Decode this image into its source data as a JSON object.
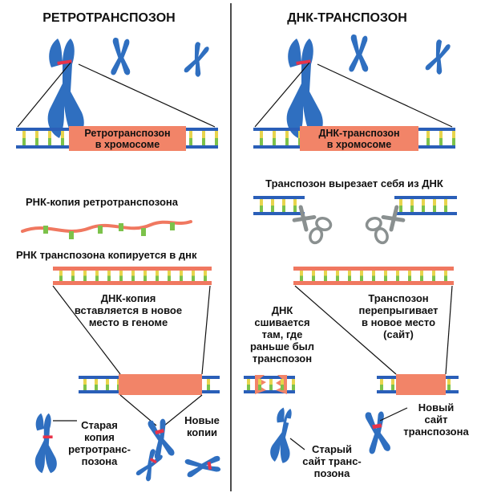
{
  "colors": {
    "chromosome": "#2f6fc0",
    "centromere": "#e8334a",
    "dna_backbone": "#2a5fb8",
    "rung_yellow": "#e7d44c",
    "rung_green": "#7cc24a",
    "transposon_box": "#f28468",
    "rna": "#f07860",
    "rna_base": "#7cc24a",
    "scissors": "#8a9090",
    "line": "#111111"
  },
  "left": {
    "title": "РЕТРОТРАНСПОЗОН",
    "box_label": [
      "Ретротранспозон",
      "в хромосоме"
    ],
    "rna_copy_label": "РНК-копия ретротранспозона",
    "rna_to_dna_label": "РНК транспозона копируется в днк",
    "insert_label": [
      "ДНК-копия",
      "вставляется в новое",
      "место в геноме"
    ],
    "old_copy_label": [
      "Старая",
      "копия",
      "ретротранс-",
      "позона"
    ],
    "new_copies_label": [
      "Новые",
      "копии"
    ]
  },
  "right": {
    "title": "ДНК-ТРАНСПОЗОН",
    "box_label": [
      "ДНК-транспозон",
      "в хромосоме"
    ],
    "cut_label": "Транспозон вырезает себя из ДНК",
    "jump_label": [
      "Транспозон",
      "перепрыгивает",
      "в новое место",
      "(сайт)"
    ],
    "stitch_label": [
      "ДНК",
      "сшивается",
      "там, где",
      "раньше был",
      "транспозон"
    ],
    "new_site_label": [
      "Новый",
      "сайт",
      "транспозона"
    ],
    "old_site_label": [
      "Старый",
      "сайт транс-",
      "позона"
    ]
  }
}
